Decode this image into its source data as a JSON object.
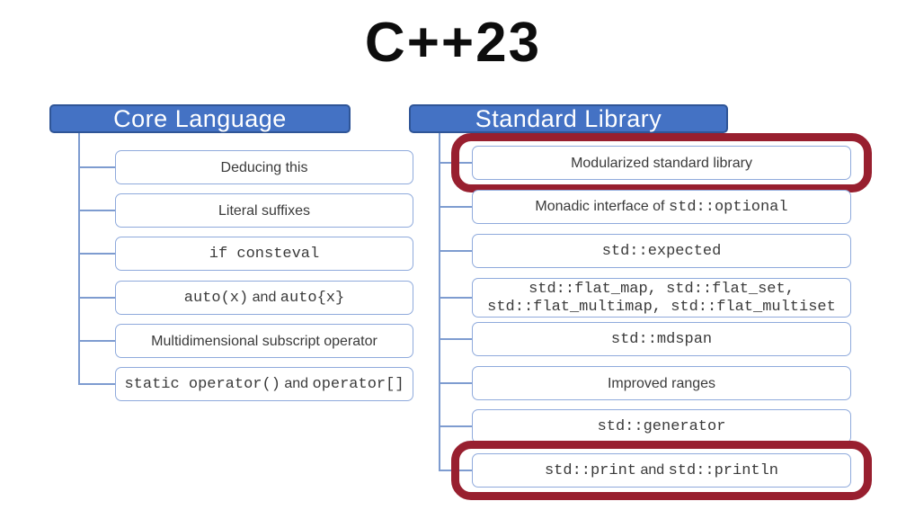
{
  "title": "C++23",
  "colors": {
    "header_fill": "#4472C4",
    "header_border": "#2F5597",
    "box_border": "#8FAADC",
    "connector": "#7E9CD0",
    "highlight": "#981F2F",
    "box_text": "#3A3A3A",
    "title_text": "#0D0D0D"
  },
  "columns": [
    {
      "header": "Core Language",
      "items": [
        {
          "lines": [
            {
              "segments": [
                {
                  "t": "Deducing this",
                  "mono": false
                }
              ]
            }
          ]
        },
        {
          "lines": [
            {
              "segments": [
                {
                  "t": "Literal suffixes",
                  "mono": false
                }
              ]
            }
          ]
        },
        {
          "lines": [
            {
              "segments": [
                {
                  "t": "if consteval",
                  "mono": true
                }
              ]
            }
          ]
        },
        {
          "lines": [
            {
              "segments": [
                {
                  "t": "auto(x)",
                  "mono": true
                },
                {
                  "t": " and ",
                  "mono": false
                },
                {
                  "t": "auto{x}",
                  "mono": true
                }
              ]
            }
          ]
        },
        {
          "lines": [
            {
              "segments": [
                {
                  "t": "Multidimensional subscript operator",
                  "mono": false
                }
              ]
            }
          ]
        },
        {
          "lines": [
            {
              "segments": [
                {
                  "t": "static operator()",
                  "mono": true
                },
                {
                  "t": " and ",
                  "mono": false
                },
                {
                  "t": "operator[]",
                  "mono": true
                }
              ]
            }
          ]
        }
      ]
    },
    {
      "header": "Standard Library",
      "items": [
        {
          "highlighted": true,
          "lines": [
            {
              "segments": [
                {
                  "t": "Modularized standard library",
                  "mono": false
                }
              ]
            }
          ]
        },
        {
          "lines": [
            {
              "segments": [
                {
                  "t": "Monadic interface of ",
                  "mono": false
                },
                {
                  "t": "std::optional",
                  "mono": true
                }
              ]
            }
          ]
        },
        {
          "lines": [
            {
              "segments": [
                {
                  "t": "std::expected",
                  "mono": true
                }
              ]
            }
          ]
        },
        {
          "lines": [
            {
              "segments": [
                {
                  "t": "std::flat_map, std::flat_set,",
                  "mono": true
                }
              ]
            },
            {
              "segments": [
                {
                  "t": "std::flat_multimap, std::flat_multiset",
                  "mono": true
                }
              ]
            }
          ]
        },
        {
          "lines": [
            {
              "segments": [
                {
                  "t": "std::mdspan",
                  "mono": true
                }
              ]
            }
          ]
        },
        {
          "lines": [
            {
              "segments": [
                {
                  "t": "Improved ranges",
                  "mono": false
                }
              ]
            }
          ]
        },
        {
          "lines": [
            {
              "segments": [
                {
                  "t": "std::generator",
                  "mono": true
                }
              ]
            }
          ]
        },
        {
          "highlighted": true,
          "lines": [
            {
              "segments": [
                {
                  "t": "std::print",
                  "mono": true
                },
                {
                  "t": " and ",
                  "mono": false
                },
                {
                  "t": "std::println",
                  "mono": true
                }
              ]
            }
          ]
        }
      ]
    }
  ]
}
